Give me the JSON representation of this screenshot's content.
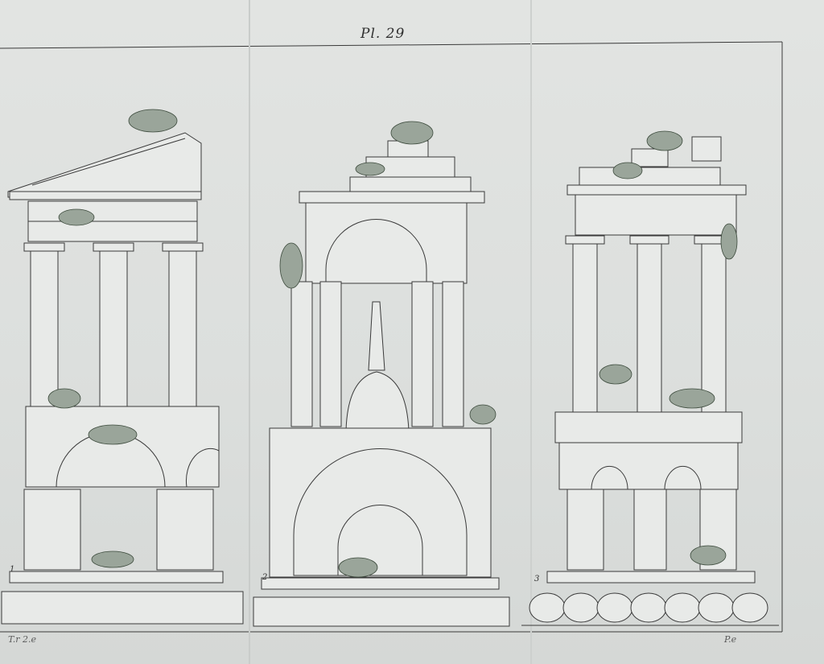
{
  "plate": {
    "number_label": "Pl. 29",
    "figure_numbers": [
      "1",
      "2",
      "3"
    ],
    "credit_left": "T.r 2.e",
    "credit_right": "P.e"
  },
  "colors": {
    "paper": "#dcdfdd",
    "ink": "#3a3a3a",
    "foliage": "#9aa59a"
  }
}
